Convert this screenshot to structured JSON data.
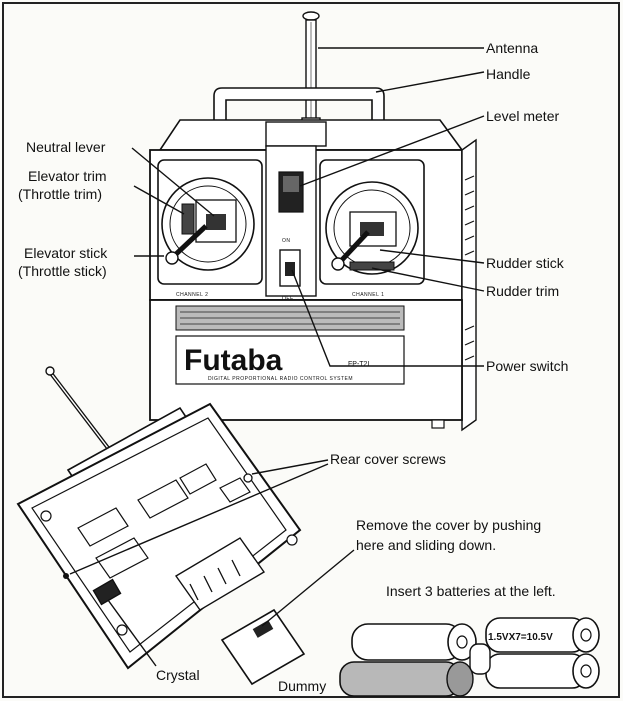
{
  "labels": {
    "antenna": "Antenna",
    "handle": "Handle",
    "level_meter": "Level meter",
    "neutral_lever": "Neutral lever",
    "elevator_trim": "Elevator trim",
    "throttle_trim": "(Throttle trim)",
    "elevator_stick": "Elevator stick",
    "throttle_stick": "(Throttle stick)",
    "rudder_stick": "Rudder stick",
    "rudder_trim": "Rudder trim",
    "power_switch": "Power switch",
    "rear_cover_screws": "Rear cover screws",
    "remove_cover_1": "Remove the cover by pushing",
    "remove_cover_2": "here and sliding down.",
    "insert_batteries": "Insert 3 batteries at the left.",
    "crystal": "Crystal",
    "dummy": "Dummy"
  },
  "device": {
    "brand": "Futaba",
    "model": "FP-T2L",
    "channel_left": "CHANNEL 2",
    "channel_right": "CHANNEL 1",
    "switch_on": "ON",
    "switch_off": "OFF",
    "subtitle": "DIGITAL PROPORTIONAL RADIO CONTROL SYSTEM"
  },
  "battery": {
    "label": "1.5VX7=10.5V"
  }
}
